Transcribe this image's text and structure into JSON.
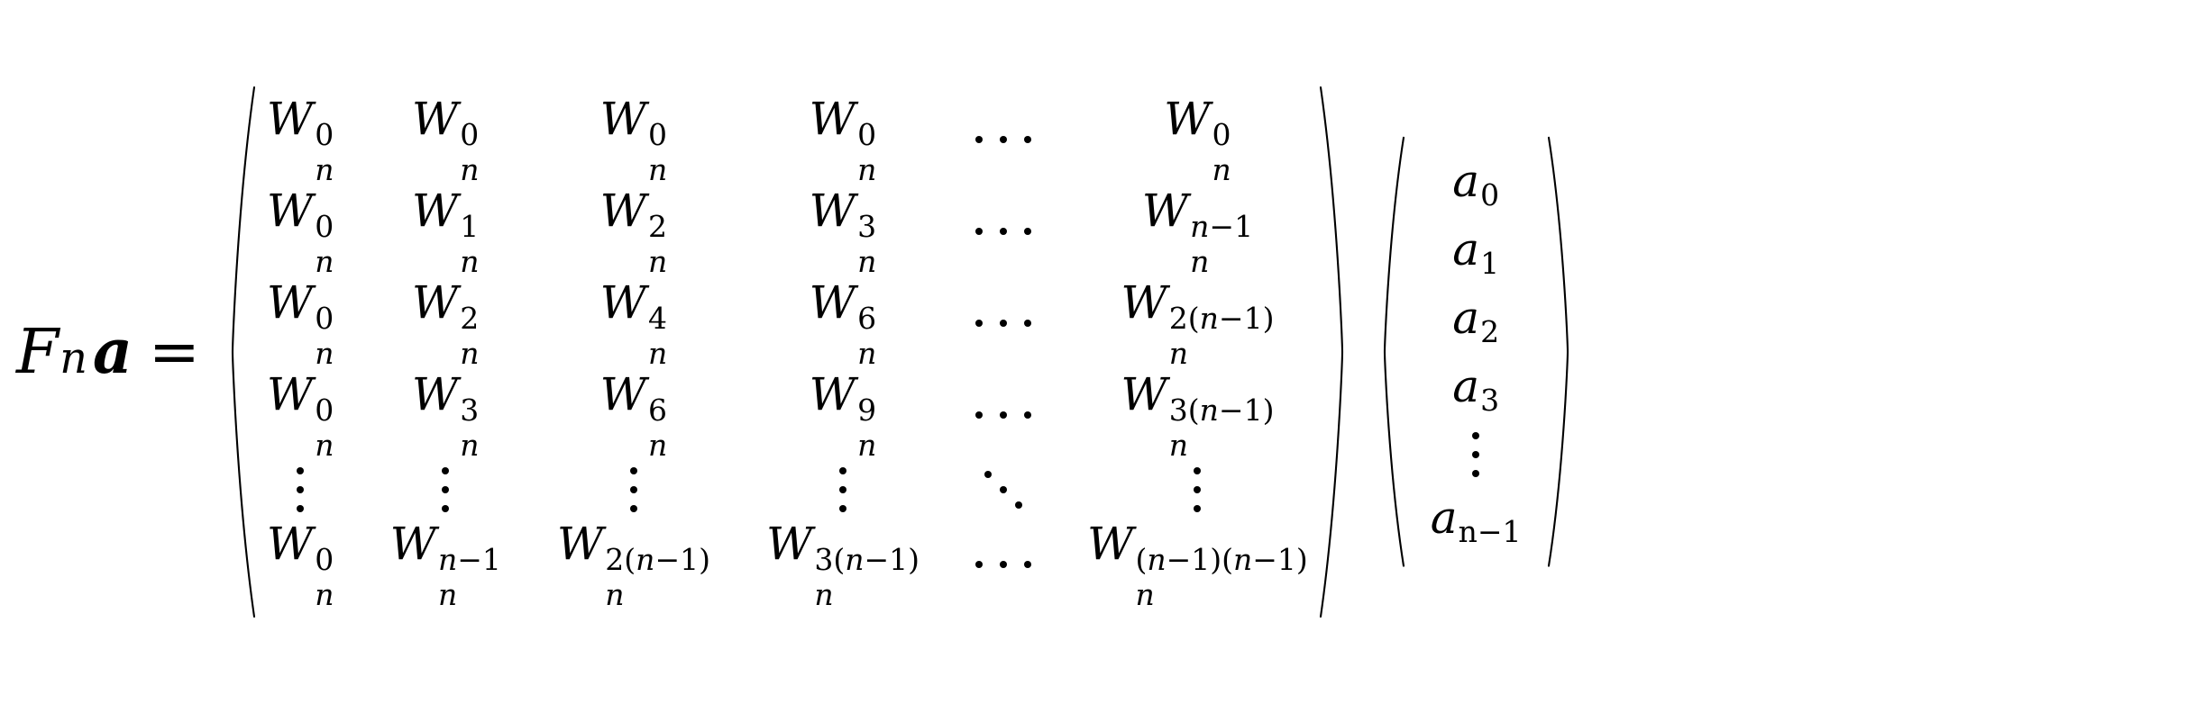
{
  "equation": {
    "lhs": {
      "operator_symbol": "F",
      "operator_subscript": "n",
      "vector_symbol": "a",
      "equals_sign": "="
    },
    "matrix": {
      "name": "dft-matrix",
      "base_symbol": "W",
      "base_subscript": "n",
      "rows": 6,
      "columns": 6,
      "cells": [
        [
          {
            "kind": "power",
            "exponent": "0"
          },
          {
            "kind": "power",
            "exponent": "0"
          },
          {
            "kind": "power",
            "exponent": "0"
          },
          {
            "kind": "power",
            "exponent": "0"
          },
          {
            "kind": "cdots",
            "exponent": ""
          },
          {
            "kind": "power",
            "exponent": "0"
          }
        ],
        [
          {
            "kind": "power",
            "exponent": "0"
          },
          {
            "kind": "power",
            "exponent": "1"
          },
          {
            "kind": "power",
            "exponent": "2"
          },
          {
            "kind": "power",
            "exponent": "3"
          },
          {
            "kind": "cdots",
            "exponent": ""
          },
          {
            "kind": "power",
            "exponent": "n-1"
          }
        ],
        [
          {
            "kind": "power",
            "exponent": "0"
          },
          {
            "kind": "power",
            "exponent": "2"
          },
          {
            "kind": "power",
            "exponent": "4"
          },
          {
            "kind": "power",
            "exponent": "6"
          },
          {
            "kind": "cdots",
            "exponent": ""
          },
          {
            "kind": "power",
            "exponent": "2(n-1)"
          }
        ],
        [
          {
            "kind": "power",
            "exponent": "0"
          },
          {
            "kind": "power",
            "exponent": "3"
          },
          {
            "kind": "power",
            "exponent": "6"
          },
          {
            "kind": "power",
            "exponent": "9"
          },
          {
            "kind": "cdots",
            "exponent": ""
          },
          {
            "kind": "power",
            "exponent": "3(n-1)"
          }
        ],
        [
          {
            "kind": "vdots",
            "exponent": ""
          },
          {
            "kind": "vdots",
            "exponent": ""
          },
          {
            "kind": "vdots",
            "exponent": ""
          },
          {
            "kind": "vdots",
            "exponent": ""
          },
          {
            "kind": "ddots",
            "exponent": ""
          },
          {
            "kind": "vdots",
            "exponent": ""
          }
        ],
        [
          {
            "kind": "power",
            "exponent": "0"
          },
          {
            "kind": "power",
            "exponent": "n-1"
          },
          {
            "kind": "power",
            "exponent": "2(n-1)"
          },
          {
            "kind": "power",
            "exponent": "3(n-1)"
          },
          {
            "kind": "cdots",
            "exponent": ""
          },
          {
            "kind": "power",
            "exponent": "(n-1)(n-1)"
          }
        ]
      ]
    },
    "vector": {
      "name": "coefficient-vector",
      "base_symbol": "a",
      "entries": [
        {
          "kind": "indexed",
          "index": "0"
        },
        {
          "kind": "indexed",
          "index": "1"
        },
        {
          "kind": "indexed",
          "index": "2"
        },
        {
          "kind": "indexed",
          "index": "3"
        },
        {
          "kind": "vdots",
          "index": ""
        },
        {
          "kind": "indexed",
          "index": "n-1"
        }
      ]
    },
    "delimiters": {
      "left_paren": "(",
      "right_paren": ")"
    },
    "colors": {
      "ink": "#000000",
      "background": "#ffffff"
    }
  }
}
